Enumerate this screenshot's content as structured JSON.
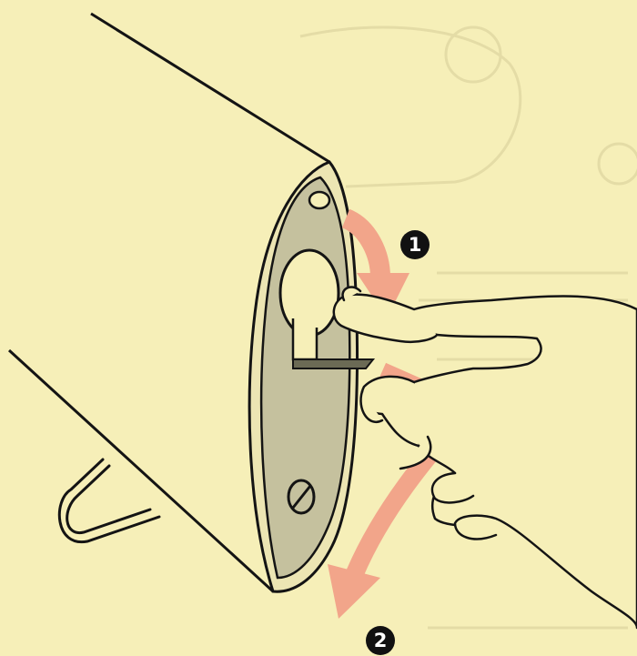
{
  "colors": {
    "background": "#f6efb8",
    "show_through": "#e4dca6",
    "device_body": "#f6efb8",
    "end_plate": "#c5c19e",
    "arrow": "#f2a58a",
    "outline": "#141414"
  },
  "steps": [
    {
      "number": "1",
      "action": "push-down-arrow"
    },
    {
      "number": "2",
      "action": "pull-out-arrow"
    }
  ]
}
